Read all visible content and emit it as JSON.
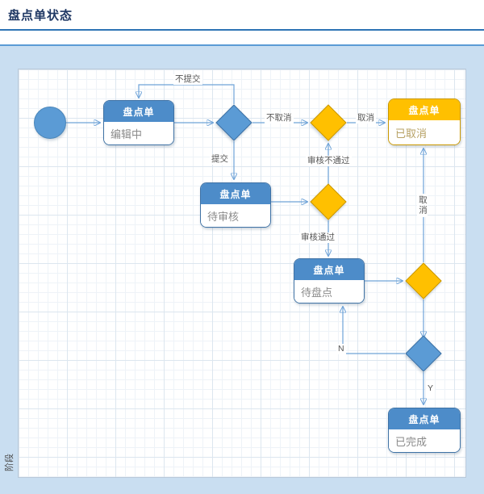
{
  "page": {
    "title": "盘点单状态",
    "stage_label": "阶段"
  },
  "boxes": {
    "editing": {
      "title": "盘点单",
      "status": "编辑中"
    },
    "pending_review": {
      "title": "盘点单",
      "status": "待审核"
    },
    "cancelled": {
      "title": "盘点单",
      "status": "已取消"
    },
    "pending_count": {
      "title": "盘点单",
      "status": "待盘点"
    },
    "completed": {
      "title": "盘点单",
      "status": "已完成"
    }
  },
  "edge_labels": {
    "no_submit": "不提交",
    "submit": "提交",
    "no_cancel": "不取消",
    "cancel": "取消",
    "review_reject": "审核不通过",
    "review_pass": "审核通过",
    "cancel_vertical": "取消",
    "no": "N",
    "yes": "Y"
  },
  "diagram": {
    "type": "state-flowchart",
    "nodes": [
      {
        "id": "start",
        "type": "start-circle"
      },
      {
        "id": "editing",
        "type": "state",
        "title": "盘点单",
        "status": "编辑中",
        "color": "blue"
      },
      {
        "id": "submit-decision",
        "type": "decision",
        "color": "blue"
      },
      {
        "id": "cancel-decision",
        "type": "decision",
        "color": "yellow"
      },
      {
        "id": "pending_review",
        "type": "state",
        "title": "盘点单",
        "status": "待审核",
        "color": "blue"
      },
      {
        "id": "review-decision",
        "type": "decision",
        "color": "yellow"
      },
      {
        "id": "pending_count",
        "type": "state",
        "title": "盘点单",
        "status": "待盘点",
        "color": "blue"
      },
      {
        "id": "cancel-decision-2",
        "type": "decision",
        "color": "yellow"
      },
      {
        "id": "complete-decision",
        "type": "decision",
        "color": "blue"
      },
      {
        "id": "cancelled",
        "type": "state",
        "title": "盘点单",
        "status": "已取消",
        "color": "yellow"
      },
      {
        "id": "completed",
        "type": "state",
        "title": "盘点单",
        "status": "已完成",
        "color": "blue"
      }
    ],
    "edges": [
      {
        "from": "start",
        "to": "editing",
        "label": ""
      },
      {
        "from": "editing",
        "to": "submit-decision",
        "label": ""
      },
      {
        "from": "submit-decision",
        "to": "editing",
        "label": "不提交"
      },
      {
        "from": "submit-decision",
        "to": "pending_review",
        "label": "提交"
      },
      {
        "from": "submit-decision",
        "to": "cancel-decision",
        "label": "不取消"
      },
      {
        "from": "cancel-decision",
        "to": "cancelled",
        "label": "取消"
      },
      {
        "from": "pending_review",
        "to": "review-decision",
        "label": ""
      },
      {
        "from": "review-decision",
        "to": "cancel-decision",
        "label": "审核不通过"
      },
      {
        "from": "review-decision",
        "to": "pending_count",
        "label": "审核通过"
      },
      {
        "from": "pending_count",
        "to": "cancel-decision-2",
        "label": ""
      },
      {
        "from": "cancel-decision-2",
        "to": "cancelled",
        "label": "取消"
      },
      {
        "from": "cancel-decision-2",
        "to": "complete-decision",
        "label": ""
      },
      {
        "from": "complete-decision",
        "to": "pending_count",
        "label": "N"
      },
      {
        "from": "complete-decision",
        "to": "completed",
        "label": "Y"
      }
    ]
  },
  "colors": {
    "title_text": "#1F3864",
    "title_rule": "#2E74B5",
    "lane_background": "#C9DEF1",
    "lane_rule": "#5B9BD5",
    "blue_shape": "#4D8CC9",
    "blue_shape_border": "#3F72A5",
    "yellow_shape": "#FFC000",
    "yellow_shape_border": "#C99700",
    "connector": "#6FA3D8",
    "status_text": "#8A8A8A"
  }
}
